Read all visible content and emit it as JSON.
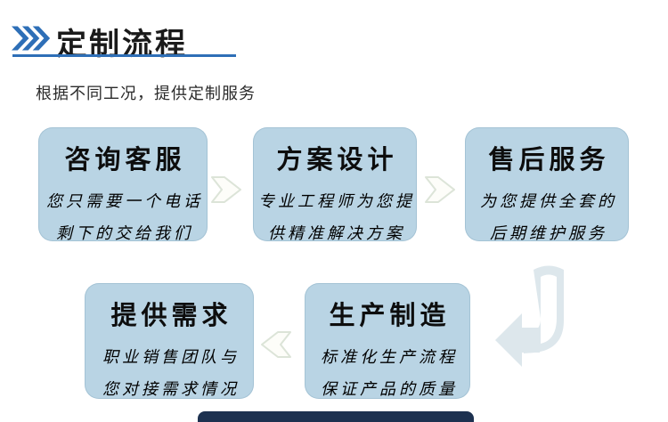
{
  "header": {
    "title": "定制流程",
    "subtitle": "根据不同工况，提供定制服务",
    "accent_color": "#2e6fb7"
  },
  "flow": {
    "box_color": "#b9d4e4",
    "steps": [
      {
        "title": "咨询客服",
        "desc_line1": "您只需要一个电话",
        "desc_line2": "剩下的交给我们"
      },
      {
        "title": "方案设计",
        "desc_line1": "专业工程师为您提",
        "desc_line2": "供精准解决方案"
      },
      {
        "title": "售后服务",
        "desc_line1": "为您提供全套的",
        "desc_line2": "后期维护服务"
      },
      {
        "title": "提供需求",
        "desc_line1": "职业销售团队与",
        "desc_line2": "您对接需求情况"
      },
      {
        "title": "生产制造",
        "desc_line1": "标准化生产流程",
        "desc_line2": "保证产品的质量"
      }
    ]
  },
  "icons": {
    "header_chevrons": "triple-chevron-right-icon",
    "arrow_right": "block-arrow-right-icon",
    "arrow_left": "block-arrow-left-icon",
    "arrow_curve_down_left": "curve-down-left-arrow-icon"
  },
  "colors": {
    "next_section_bar": "#1d3150",
    "light_arrow_fill": "#fdfdf9",
    "light_arrow_stroke": "#dce4d8",
    "curve_arrow_fill": "#dde7ec"
  }
}
